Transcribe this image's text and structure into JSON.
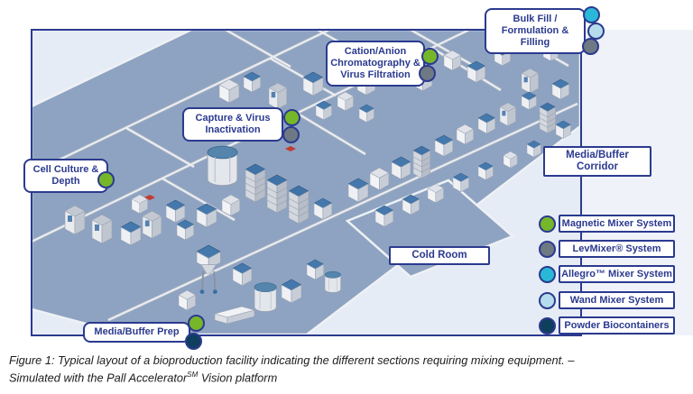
{
  "colors": {
    "outline_blue": "#2b3a8f",
    "magnetic_green": "#76b72a",
    "levmixer_gray": "#6e7984",
    "allegro_cyan": "#29b8d8",
    "wand_lightblue": "#b5dcec",
    "powder_navy": "#0e3f5c",
    "floor_blue": "#8ea3c1"
  },
  "area_labels": [
    {
      "id": "bulk-fill",
      "lines": [
        "Bulk Fill /",
        "Formulation &",
        "Filling"
      ],
      "dots": [
        {
          "name": "allegro",
          "color": "#29b8d8"
        },
        {
          "name": "wand",
          "color": "#b5dcec"
        },
        {
          "name": "levmixer",
          "color": "#6e7984"
        }
      ]
    },
    {
      "id": "cation",
      "lines": [
        "Cation/Anion",
        "Chromatography &",
        "Virus Filtration"
      ],
      "dots": [
        {
          "name": "magnetic",
          "color": "#76b72a"
        },
        {
          "name": "levmixer",
          "color": "#6e7984"
        }
      ]
    },
    {
      "id": "capture",
      "lines": [
        "Capture & Virus",
        "Inactivation"
      ],
      "dots": [
        {
          "name": "magnetic",
          "color": "#76b72a"
        },
        {
          "name": "levmixer",
          "color": "#6e7984"
        }
      ]
    },
    {
      "id": "cell-culture",
      "lines": [
        "Cell Culture &",
        "Depth"
      ],
      "dots": [
        {
          "name": "magnetic",
          "color": "#76b72a"
        }
      ]
    },
    {
      "id": "corridor",
      "lines": [
        "Media/Buffer",
        "Corridor"
      ],
      "dots": []
    },
    {
      "id": "cold-room",
      "lines": [
        "Cold Room"
      ],
      "dots": []
    },
    {
      "id": "media-prep",
      "lines": [
        "Media/Buffer Prep"
      ],
      "dots": [
        {
          "name": "magnetic",
          "color": "#76b72a"
        },
        {
          "name": "powder",
          "color": "#0e3f5c"
        }
      ]
    }
  ],
  "legend": {
    "items": [
      {
        "label": "Magnetic Mixer System",
        "color": "#76b72a"
      },
      {
        "label": "LevMixer® System",
        "color": "#6e7984"
      },
      {
        "label": "Allegro™ Mixer System",
        "color": "#29b8d8"
      },
      {
        "label": "Wand Mixer System",
        "color": "#b5dcec"
      },
      {
        "label": "Powder Biocontainers",
        "color": "#0e3f5c"
      }
    ]
  },
  "caption": {
    "line1": "Figure 1: Typical layout of a bioproduction facility indicating the different sections requiring mixing equipment. –",
    "line2_pre": "Simulated with the Pall Accelerator",
    "line2_sup": "SM",
    "line2_post": " Vision platform"
  }
}
